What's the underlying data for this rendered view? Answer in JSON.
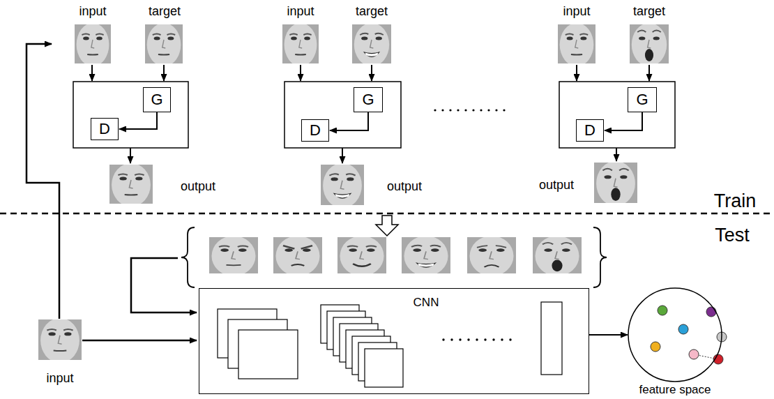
{
  "diagram": {
    "nodes": [
      {
        "text": [
          "G"
        ]
      },
      {
        "text": [
          "D"
        ]
      },
      {
        "text": [
          "G"
        ]
      },
      {
        "text": [
          "D"
        ]
      },
      {
        "text": [
          "G"
        ]
      },
      {
        "text": [
          "D"
        ]
      },
      {
        "text": [
          "CNN"
        ]
      },
      {
        "text": [
          "feature space"
        ]
      }
    ],
    "edges": [
      {
        "from": 0,
        "to": 1,
        "arrow": "to"
      },
      {
        "from": 2,
        "to": 3,
        "arrow": "to"
      },
      {
        "from": 4,
        "to": 5,
        "arrow": "to"
      },
      {
        "from": 6,
        "to": 7,
        "arrow": "to"
      }
    ],
    "labels": [
      "input",
      "target",
      "input",
      "target",
      "input",
      "target",
      "output",
      "output",
      "output",
      "Train",
      "Test",
      "input"
    ]
  }
}
